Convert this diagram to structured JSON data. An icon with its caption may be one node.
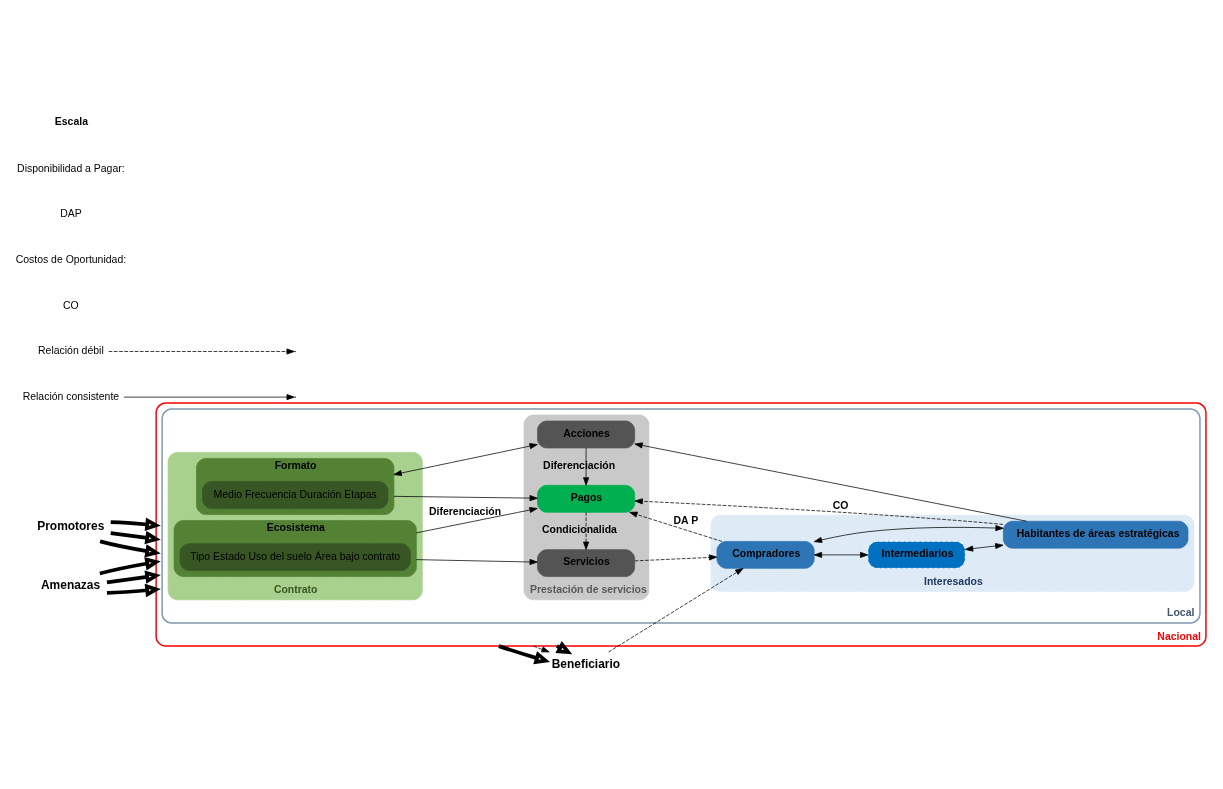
{
  "diagram": {
    "nodes": [
      {
        "text": [
          "Nacional"
        ]
      },
      {
        "text": [
          "Local"
        ],
        "in": 0
      },
      {
        "text": [
          "Contrato"
        ],
        "in": 1
      },
      {
        "text": [
          "Ecosistema"
        ],
        "in": 2
      },
      {
        "text": [
          "Tipo Estado Uso del suelo Área bajo contrato"
        ],
        "in": 3
      },
      {
        "text": [
          "Formato"
        ],
        "in": 2
      },
      {
        "text": [
          "Medio Frecuencia Duración Etapas"
        ],
        "in": 5
      },
      {
        "text": [
          "Prestación de servicios"
        ],
        "in": 1
      },
      {
        "text": [
          "Servicios"
        ],
        "in": 7
      },
      {
        "text": [
          "Pagos"
        ],
        "in": 7
      },
      {
        "text": [
          "Acciones"
        ],
        "in": 7
      },
      {
        "text": [
          "Interesados"
        ],
        "in": 1
      },
      {
        "text": [
          "Compradores"
        ],
        "in": 11
      },
      {
        "text": [
          "Intermediarios"
        ],
        "in": 11
      },
      {
        "text": [
          "Habitantes de áreas estratégicas"
        ],
        "in": 11
      },
      {
        "text": [
          "Promotores"
        ]
      },
      {
        "text": [
          "Amenazas"
        ]
      },
      {
        "text": [
          "Beneficiario"
        ]
      }
    ],
    "edges": [
      {
        "from": 15,
        "to": 0,
        "arrow": "to",
        "style": "thick"
      },
      {
        "from": 15,
        "to": 0,
        "arrow": "to",
        "style": "thick"
      },
      {
        "from": 15,
        "to": 0,
        "arrow": "to",
        "style": "thick"
      },
      {
        "from": 16,
        "to": 0,
        "arrow": "to",
        "style": "thick"
      },
      {
        "from": 16,
        "to": 0,
        "arrow": "to",
        "style": "thick"
      },
      {
        "from": 16,
        "to": 0,
        "arrow": "to",
        "style": "thick"
      },
      {
        "from": 3,
        "to": 8,
        "arrow": "to"
      },
      {
        "from": 3,
        "to": 9,
        "arrow": "to",
        "label": "Diferenciación"
      },
      {
        "from": 5,
        "to": 9,
        "arrow": "to"
      },
      {
        "from": 5,
        "to": 10,
        "arrow": "both"
      },
      {
        "from": 8,
        "to": 12,
        "arrow": "to",
        "style": "dashed"
      },
      {
        "from": 12,
        "to": 9,
        "arrow": "to",
        "style": "dashed",
        "label": "DA P"
      },
      {
        "from": 9,
        "to": 8,
        "arrow": "to",
        "style": "dashed",
        "label": "Condicionalida"
      },
      {
        "from": 10,
        "to": 9,
        "arrow": "to",
        "label": "Diferenciación"
      },
      {
        "from": 14,
        "to": 9,
        "arrow": "to",
        "style": "dashed",
        "label": "CO"
      },
      {
        "from": 14,
        "to": 10,
        "arrow": "to"
      },
      {
        "from": 12,
        "to": 13,
        "arrow": "both"
      },
      {
        "from": 13,
        "to": 14,
        "arrow": "both"
      },
      {
        "from": 12,
        "to": 14,
        "arrow": "both"
      },
      {
        "from": 0,
        "to": 17,
        "arrow": "to",
        "style": "thick"
      },
      {
        "from": 0,
        "to": 17,
        "arrow": "to",
        "style": "dashed"
      },
      {
        "from": 0,
        "to": 17,
        "arrow": "to",
        "style": "thick"
      },
      {
        "from": 17,
        "to": 12,
        "arrow": "to",
        "style": "dashed"
      }
    ],
    "labels": [
      "Escala",
      "Disponibilidad a Pagar:",
      "DAP",
      "Costos de Oportunidad:",
      "CO"
    ],
    "legend": [
      {
        "text": "Relación débil"
      },
      {
        "text": "Relación consistente"
      }
    ]
  }
}
